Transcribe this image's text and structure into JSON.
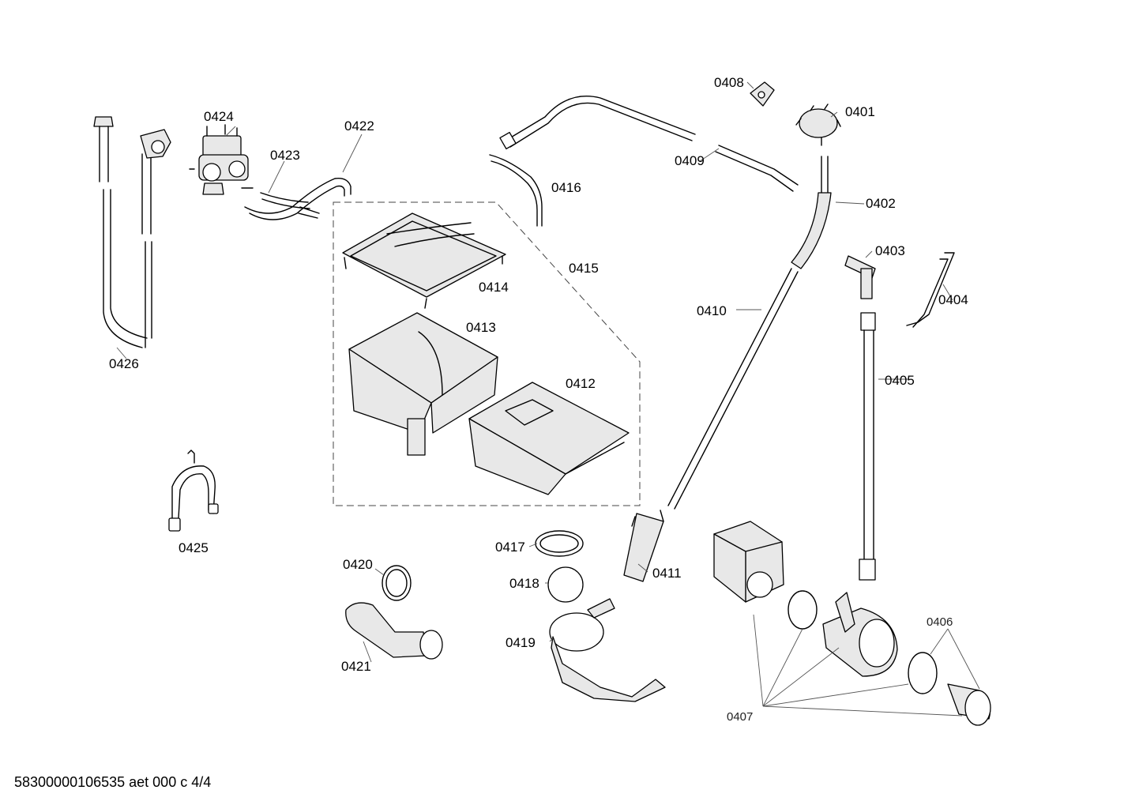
{
  "labels": {
    "p0401": "0401",
    "p0402": "0402",
    "p0403": "0403",
    "p0404": "0404",
    "p0405": "0405",
    "p0406": "0406",
    "p0407": "0407",
    "p0408": "0408",
    "p0409": "0409",
    "p0410": "0410",
    "p0411": "0411",
    "p0412": "0412",
    "p0413": "0413",
    "p0414": "0414",
    "p0415": "0415",
    "p0416": "0416",
    "p0417": "0417",
    "p0418": "0418",
    "p0419": "0419",
    "p0420": "0420",
    "p0421": "0421",
    "p0422": "0422",
    "p0423": "0423",
    "p0424": "0424",
    "p0425": "0425",
    "p0426": "0426"
  },
  "footer": {
    "doc_reference": "58300000106535 aet 000 c 4/4"
  }
}
